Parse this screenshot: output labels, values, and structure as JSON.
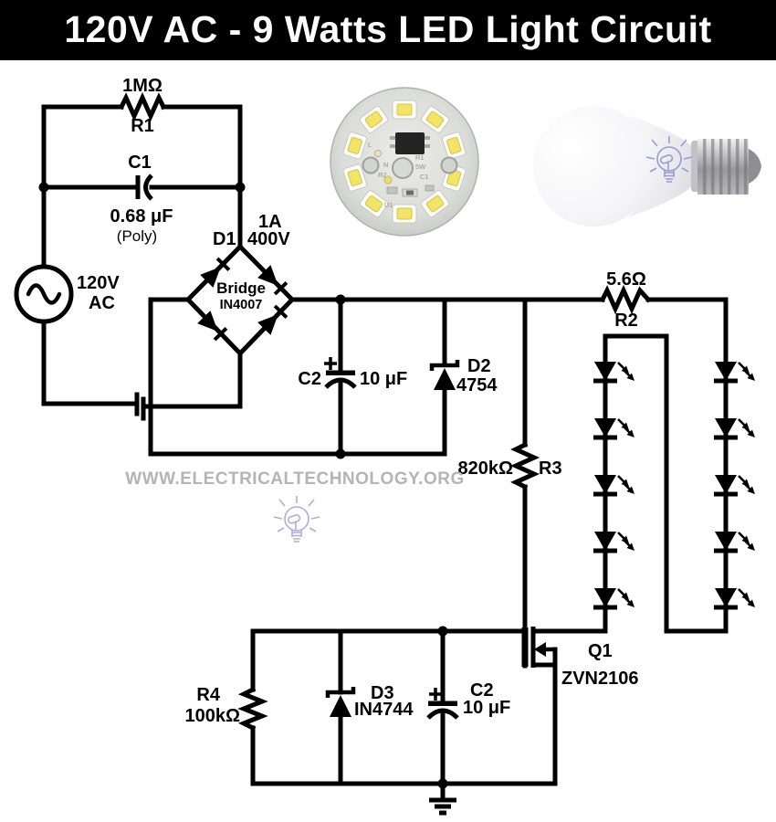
{
  "title": "120V AC - 9 Watts LED Light Circuit",
  "watermark": {
    "text": "WWW.ELECTRICALTECHNOLOGY.ORG"
  },
  "source": {
    "voltage": "120V",
    "type": "AC"
  },
  "components": {
    "r1": {
      "ref": "R1",
      "value": "1MΩ"
    },
    "c1": {
      "ref": "C1",
      "value": "0.68 μF",
      "note": "(Poly)"
    },
    "d1": {
      "ref": "D1",
      "type": "Bridge",
      "part": "IN4007",
      "current": "1A",
      "voltage": "400V"
    },
    "c2a": {
      "ref": "C2",
      "value": "10 μF"
    },
    "d2": {
      "ref": "D2",
      "part": "4754"
    },
    "r2": {
      "ref": "R2",
      "value": "5.6Ω"
    },
    "r3": {
      "ref": "R3",
      "value": "820kΩ"
    },
    "q1": {
      "ref": "Q1",
      "part": "ZVN2106"
    },
    "r4": {
      "ref": "R4",
      "value": "100kΩ"
    },
    "d3": {
      "ref": "D3",
      "part": "IN4744"
    },
    "c2b": {
      "ref": "C2",
      "value": "10 μF"
    }
  },
  "led_strings": {
    "columns": 2,
    "leds_per_column": 5
  },
  "photos": {
    "led_module": {
      "led_count": 10,
      "labels": [
        "L",
        "N",
        "R2",
        "R1",
        "5W",
        "C1",
        "U1"
      ]
    }
  },
  "colors": {
    "ink": "#000000",
    "banner_bg": "#000000",
    "banner_text": "#ffffff",
    "watermark_gray": "#b4b4b4",
    "watermark_lavender": "#a7a2df",
    "photo_lavender": "#868cd2",
    "led_yellow": "#f3e468"
  }
}
